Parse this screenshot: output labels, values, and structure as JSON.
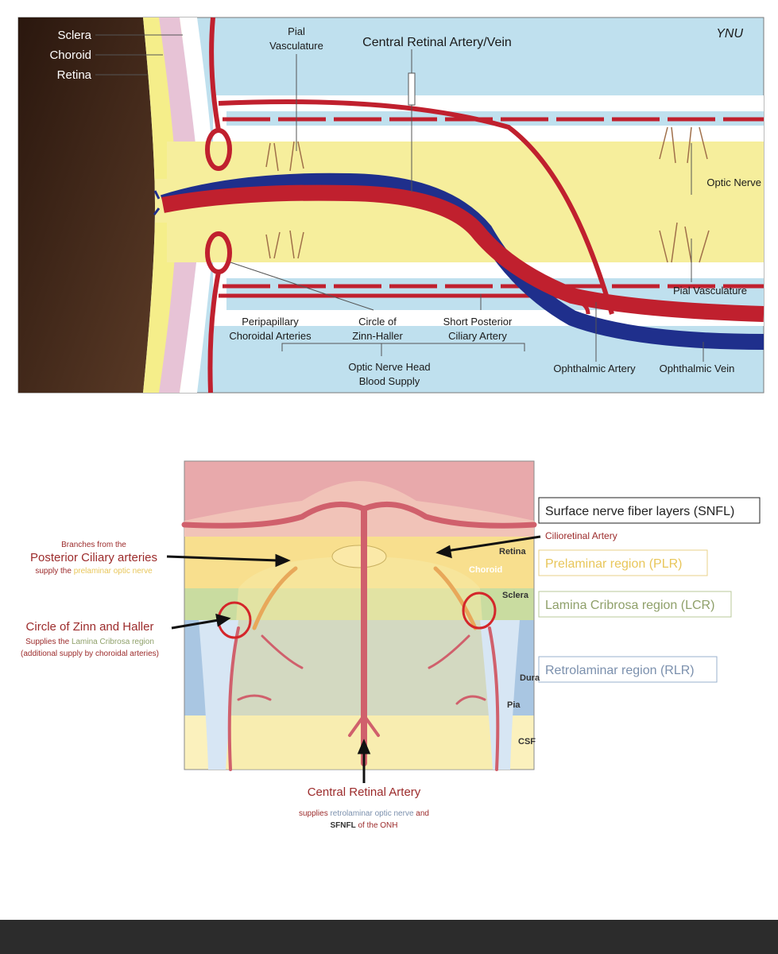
{
  "top_figure": {
    "signature": "YNU",
    "labels": {
      "sclera": "Sclera",
      "choroid": "Choroid",
      "retina": "Retina",
      "pial_vasculature_top": "Pial",
      "pial_vasculature_top_2": "Vasculature",
      "central_retinal": "Central Retinal Artery/Vein",
      "optic_nerve": "Optic Nerve",
      "pial_vasculature_right": "Pial Vasculature",
      "peripapillary_1": "Peripapillary",
      "peripapillary_2": "Choroidal Arteries",
      "circle_1": "Circle of",
      "circle_2": "Zinn-Haller",
      "short_post_1": "Short Posterior",
      "short_post_2": "Ciliary Artery",
      "onh_supply_1": "Optic Nerve Head",
      "onh_supply_2": "Blood Supply",
      "ophthalmic_artery": "Ophthalmic Artery",
      "ophthalmic_vein": "Ophthalmic Vein"
    },
    "colors": {
      "globe": "#3b2417",
      "sclera": "#f2f0c0",
      "choroid": "#e7c3d6",
      "retina": "#f5ee8a",
      "nerve": "#f6ee9c",
      "sheath": "#ffffff",
      "csf": "#bfe0ee",
      "artery": "#c0202e",
      "vein": "#1f2f8c"
    }
  },
  "bottom_figure": {
    "region_labels": {
      "snfl": "Surface nerve fiber layers (SNFL)",
      "plr": "Prelaminar region (PLR)",
      "lcr": "Lamina Cribrosa region (LCR)",
      "rlr": "Retrolaminar region (RLR)"
    },
    "inline_labels": {
      "cilioretinal": "Cilioretinal Artery",
      "retina": "Retina",
      "choroid": "Choroid",
      "sclera": "Sclera",
      "dura": "Dura",
      "pia": "Pia",
      "csf": "CSF"
    },
    "left_notes": {
      "branches_1": "Branches from the",
      "branches_2": "Posterior Ciliary arteries",
      "branches_3a": "supply the ",
      "branches_3b": "prelaminar optic nerve",
      "circle_title": "Circle of Zinn and Haller",
      "circle_2a": "Supplies the ",
      "circle_2b": "Lamina Cribrosa region",
      "circle_3": "(additional supply by choroidal arteries)"
    },
    "bottom_note": {
      "title": "Central Retinal Artery",
      "line1a": "supplies ",
      "line1b": "retrolaminar optic nerve",
      "line1c": " and",
      "line2a": "SFNFL",
      "line2b": " of the ONH"
    },
    "colors": {
      "snfl": "#e8a9ab",
      "plr": "#f8df8e",
      "lcr": "#c9dca0",
      "rlr": "#a9c6e2",
      "artery": "#d0606c",
      "plr_text": "#e8c65a",
      "lcr_text": "#8fa06a",
      "rlr_text": "#7b90ad",
      "note_red": "#9c2b2b"
    }
  }
}
